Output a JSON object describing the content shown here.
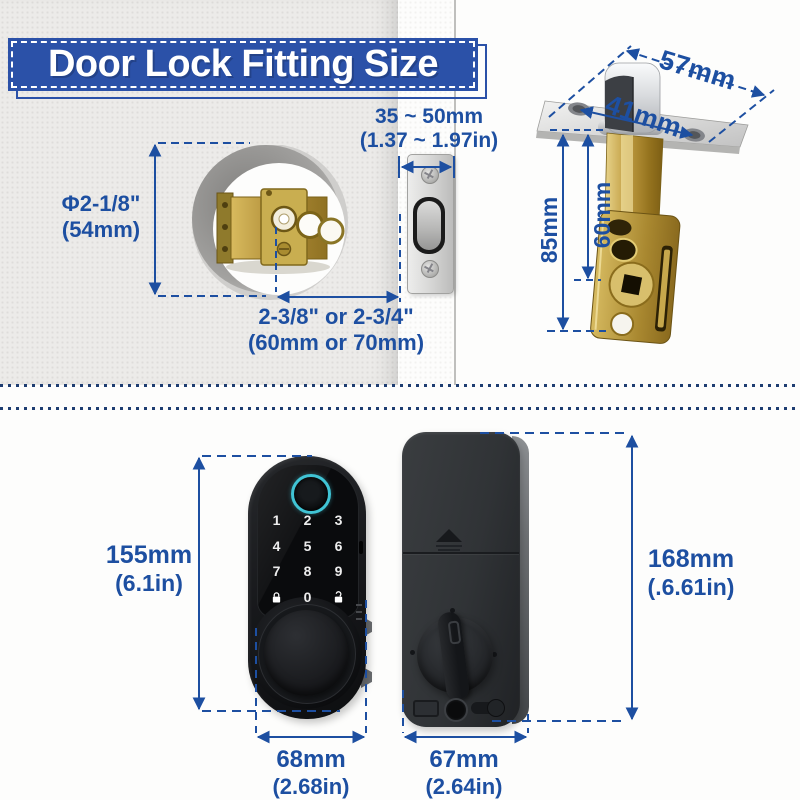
{
  "banner": {
    "title": "Door Lock Fitting Size"
  },
  "colors": {
    "accent_blue": "#1d4fa1",
    "banner_blue": "#2b51a8",
    "divider_navy": "#1e3d71",
    "fingerprint_ring_cyan": "#40c4d5",
    "brass": "#b3903a"
  },
  "top_section": {
    "bore": {
      "imperial": "Φ2-1/8\"",
      "metric": "(54mm)"
    },
    "backset": {
      "imperial": "2-3/8\" or 2-3/4\"",
      "metric": "(60mm or 70mm)"
    },
    "door_thickness": {
      "metric": "35 ~ 50mm",
      "imperial": "(1.37 ~ 1.97in)"
    },
    "latch_bolt": {
      "faceplate_length": "57mm",
      "screw_hole_distance": "41mm",
      "overall_length": "85mm",
      "backset_length": "60mm"
    }
  },
  "bottom_section": {
    "front_unit": {
      "height_metric": "155mm",
      "height_imperial": "(6.1in)",
      "width_metric": "68mm",
      "width_imperial": "(2.68in)",
      "keypad_digits": [
        "1",
        "2",
        "3",
        "4",
        "5",
        "6",
        "7",
        "8",
        "9",
        "0"
      ],
      "keypad_icons": [
        "lock-icon",
        "unlock-icon"
      ]
    },
    "back_unit": {
      "height_metric": "168mm",
      "height_imperial": "(.6.61in)",
      "width_metric": "67mm",
      "width_imperial": "(2.64in)"
    }
  }
}
